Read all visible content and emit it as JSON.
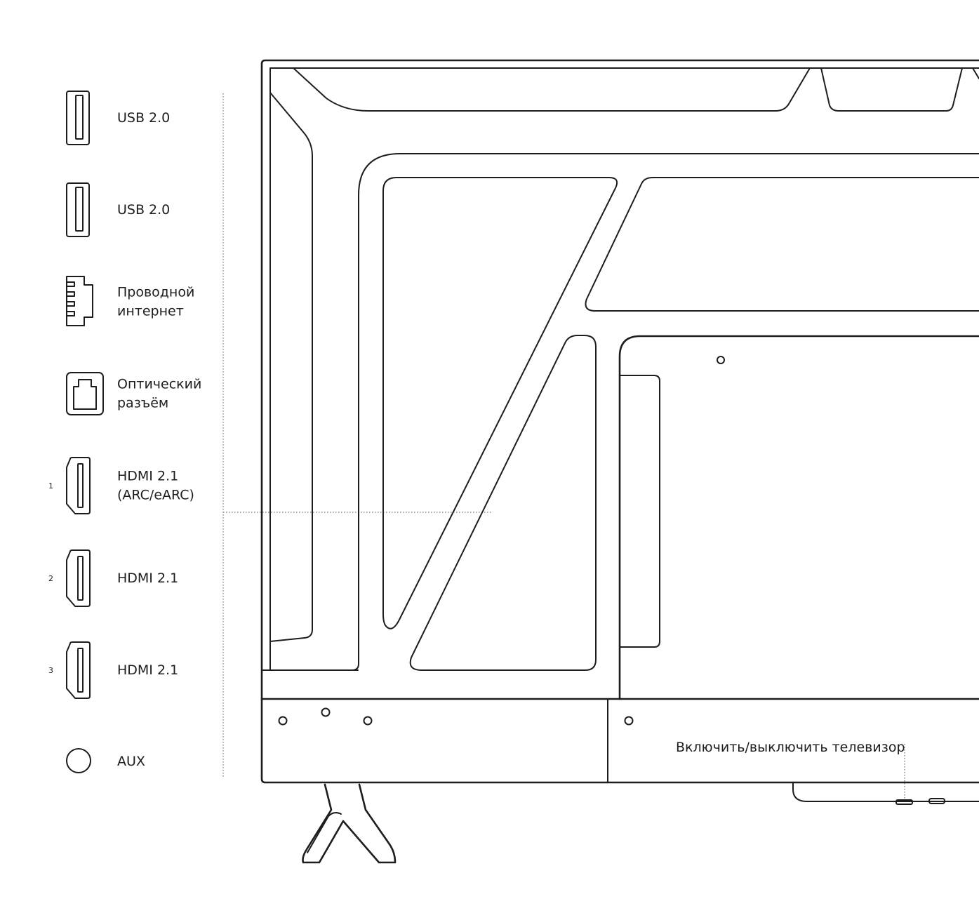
{
  "ports": [
    {
      "id": "usb-1",
      "icon": "usb-port-icon",
      "lines": [
        "USB 2.0"
      ],
      "number": ""
    },
    {
      "id": "usb-2",
      "icon": "usb-port-icon",
      "lines": [
        "USB 2.0"
      ],
      "number": ""
    },
    {
      "id": "ethernet",
      "icon": "ethernet-port-icon",
      "lines": [
        "Проводной",
        "интернет"
      ],
      "number": ""
    },
    {
      "id": "optical",
      "icon": "optical-port-icon",
      "lines": [
        "Оптический",
        "разъём"
      ],
      "number": ""
    },
    {
      "id": "hdmi-1",
      "icon": "hdmi-port-icon",
      "lines": [
        "HDMI 2.1",
        "(ARC/eARC)"
      ],
      "number": "1"
    },
    {
      "id": "hdmi-2",
      "icon": "hdmi-port-icon",
      "lines": [
        "HDMI 2.1"
      ],
      "number": "2"
    },
    {
      "id": "hdmi-3",
      "icon": "hdmi-port-icon",
      "lines": [
        "HDMI 2.1"
      ],
      "number": "3"
    },
    {
      "id": "aux",
      "icon": "aux-port-icon",
      "lines": [
        "AUX"
      ],
      "number": ""
    }
  ],
  "power_button_label": "Включить/выключить телевизор",
  "colors": {
    "line": "#1d1d1f",
    "background": "#ffffff"
  }
}
